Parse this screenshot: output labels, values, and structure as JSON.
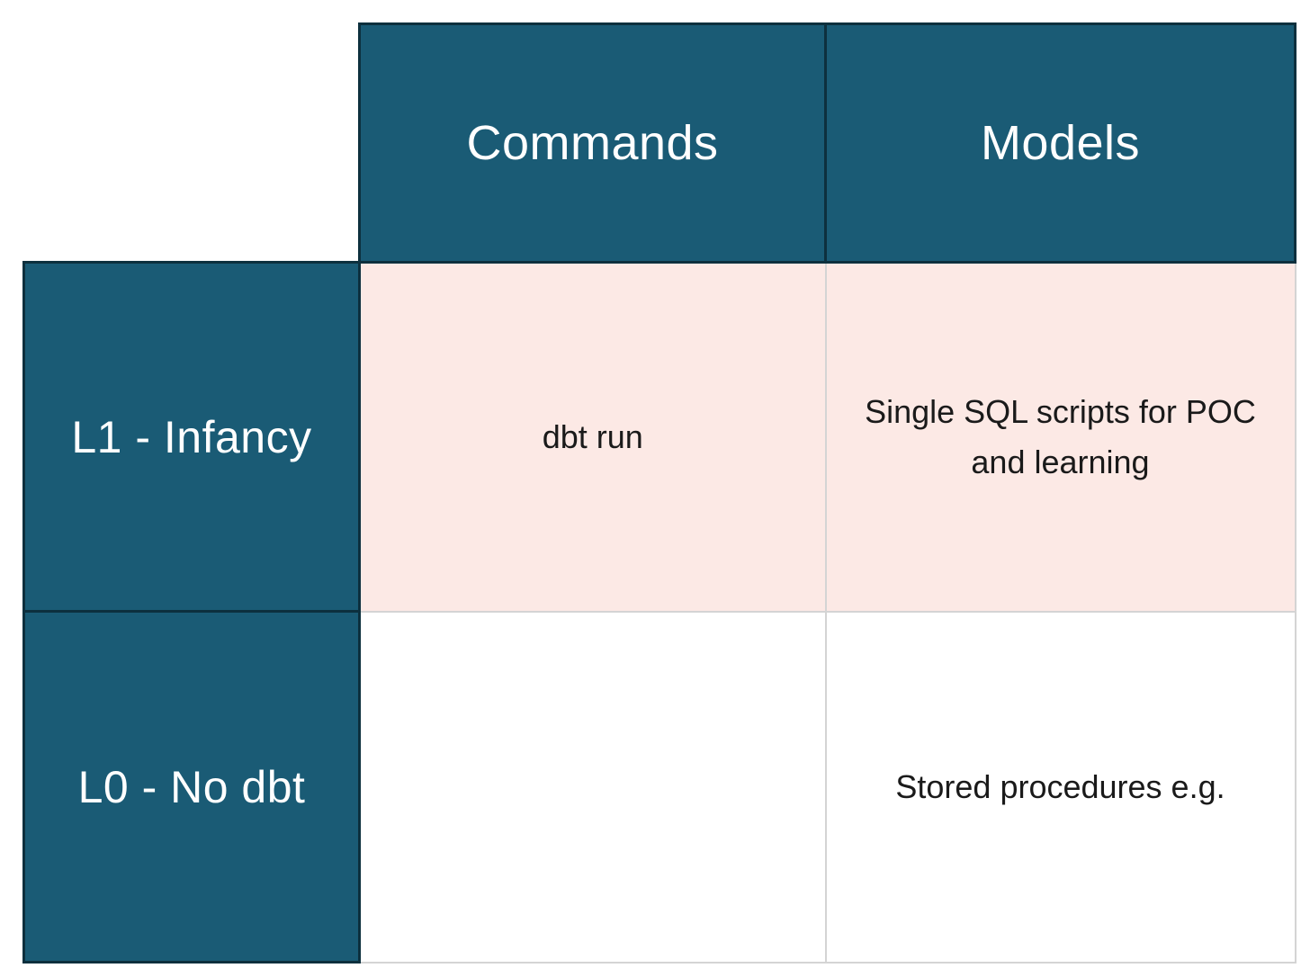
{
  "colors": {
    "teal": "#1A5B75",
    "teal_border": "#0D303E",
    "pink": "#FCE9E5",
    "grid": "#D4D4D4",
    "header_text": "#FFFFFF",
    "body_text": "#1A1A1A"
  },
  "table": {
    "column_headers": [
      "Commands",
      "Models"
    ],
    "rows": [
      {
        "label": "L1 - Infancy",
        "commands": "dbt run",
        "models": "Single SQL scripts for POC and learning",
        "highlighted": true
      },
      {
        "label": "L0 - No dbt",
        "commands": "",
        "models": "Stored procedures e.g.",
        "highlighted": false
      }
    ]
  }
}
